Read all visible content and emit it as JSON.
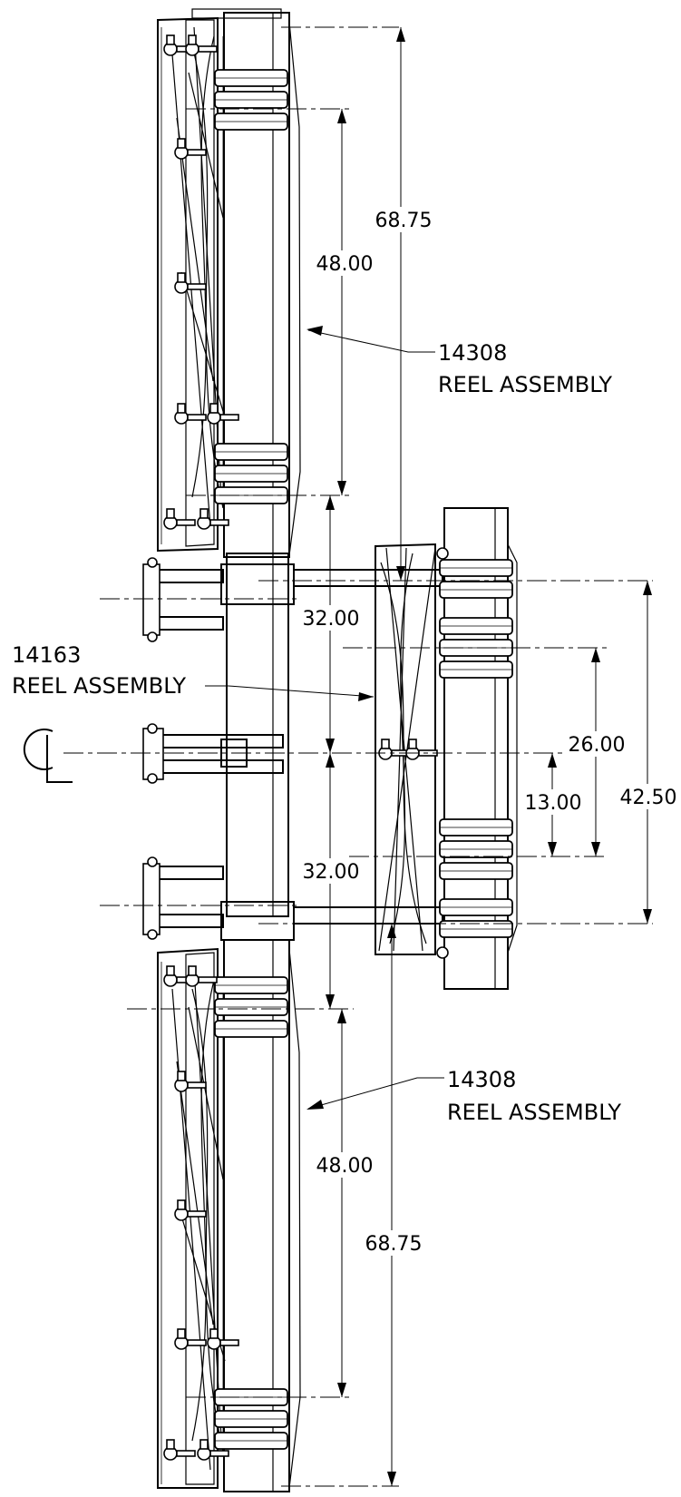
{
  "drawing": {
    "centerline_symbol": "CL",
    "callouts": [
      {
        "id": "upper-reel",
        "part_number": "14308",
        "description": "REEL ASSEMBLY"
      },
      {
        "id": "center-reel",
        "part_number": "14163",
        "description": "REEL ASSEMBLY"
      },
      {
        "id": "lower-reel",
        "part_number": "14308",
        "description": "REEL ASSEMBLY"
      }
    ],
    "dimensions": {
      "upper_overall": "68.75",
      "upper_reel_length": "48.00",
      "upper_offset": "32.00",
      "lower_offset": "32.00",
      "lower_reel_length": "48.00",
      "lower_overall": "68.75",
      "center_overall": "42.50",
      "center_reel_length": "26.00",
      "center_half": "13.00"
    }
  }
}
